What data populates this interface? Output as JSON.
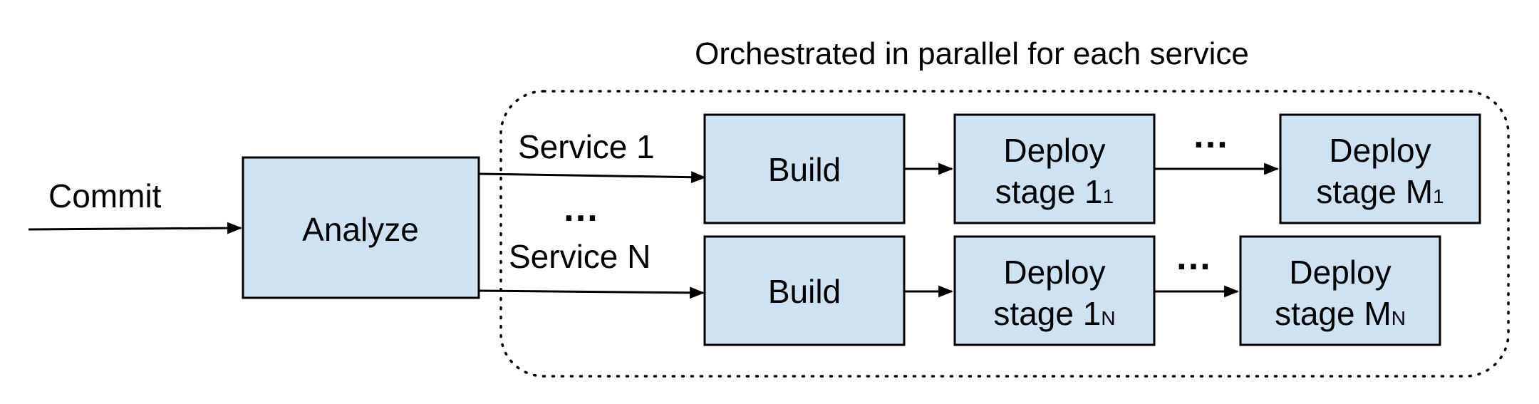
{
  "group": {
    "title": "Orchestrated in parallel for each service"
  },
  "input": {
    "label": "Commit"
  },
  "analyze": {
    "label": "Analyze"
  },
  "services": {
    "first_label": "Service 1",
    "last_label": "Service N",
    "ellipsis": "…"
  },
  "pipelines": [
    {
      "build": "Build",
      "deploy_first": {
        "line1": "Deploy",
        "line2": "stage 1",
        "subscript": "1"
      },
      "ellipsis": "…",
      "deploy_last": {
        "line1": "Deploy",
        "line2": "stage M",
        "subscript": "1"
      }
    },
    {
      "build": "Build",
      "deploy_first": {
        "line1": "Deploy",
        "line2": "stage 1",
        "subscript": "N"
      },
      "ellipsis": "…",
      "deploy_last": {
        "line1": "Deploy",
        "line2": "stage M",
        "subscript": "N"
      }
    }
  ],
  "colors": {
    "box_fill": "#cfe2f3",
    "stroke": "#000000"
  }
}
